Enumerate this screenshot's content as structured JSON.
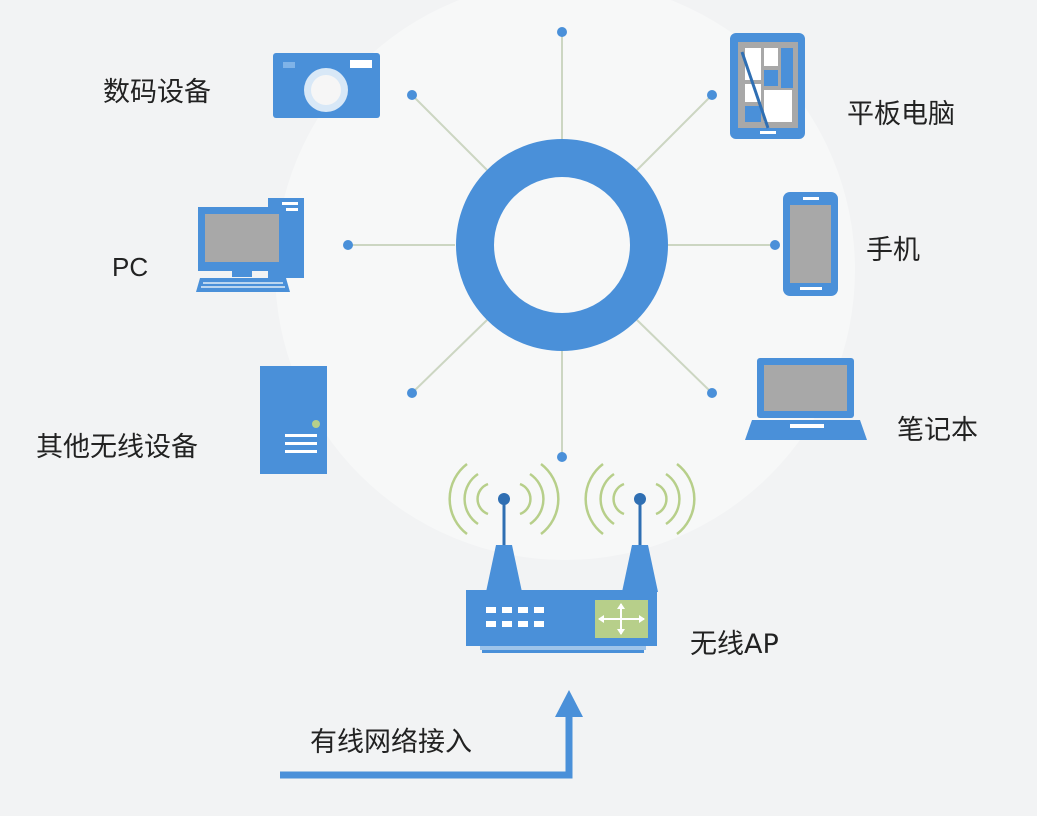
{
  "devices": {
    "camera": "数码设备",
    "pc": "PC",
    "other": "其他无线设备",
    "tablet": "平板电脑",
    "phone": "手机",
    "laptop": "笔记本"
  },
  "ap_label": "无线AP",
  "uplink_label": "有线网络接入",
  "icons": {
    "camera": "camera-icon",
    "pc": "desktop-pc-icon",
    "other": "device-box-icon",
    "tablet": "tablet-icon",
    "phone": "phone-icon",
    "laptop": "laptop-icon",
    "ap": "wireless-router-icon",
    "hub": "wireless-ring-icon",
    "uplink": "uplink-arrow-icon"
  },
  "colors": {
    "primary": "#4a90d9",
    "screen": "#a8a8a8",
    "signal": "#b7cf8a",
    "line": "#ccd6c2",
    "text": "#222222"
  }
}
